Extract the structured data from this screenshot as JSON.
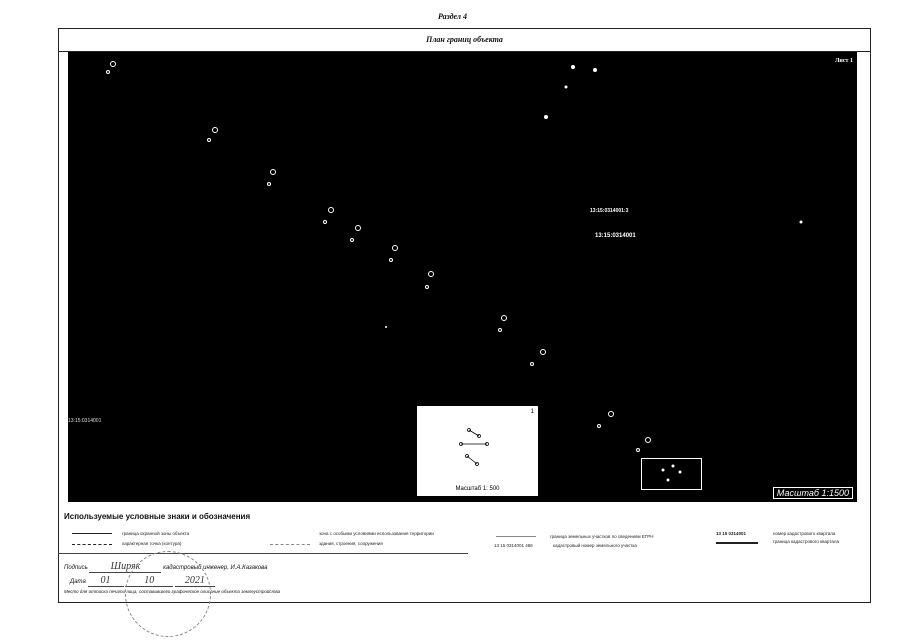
{
  "header": {
    "section": "Раздел 4",
    "plan_title": "План границ объекта"
  },
  "map": {
    "corner_label": "Лист 1",
    "left_label": "13:15:0314001",
    "parcel_label_1": "13:15:0314001:3",
    "parcel_label_2": "13:15:0314001",
    "inset_scale": "Масштаб 1: 500",
    "inset_north": "1",
    "main_scale": "Масштаб 1:1500"
  },
  "legend": {
    "title": "Используемые условные знаки и обозначения",
    "item_boundary": "граница охранной зоны объекта",
    "item_contour": "характерная точка (контура)",
    "item_zone": "зона с особыми условиями использования территории",
    "item_building": "здания, строения, сооружения",
    "item_parcel_border": "граница земельных участков по сведениям ЕГРН",
    "item_cad_number_code": "13 15 0314001 486",
    "item_cad_number": "кадастровый номер земельного участка",
    "item_quarter_code": "13 15 0314001",
    "item_quarter_number": "номер кадастрового квартала",
    "item_quarter_border": "граница кадастрового квартала"
  },
  "signature": {
    "sign_label": "Подпись",
    "sign_value": "Ширяк",
    "engineer": "кадастровый инженер, И.А.Казакова",
    "date_label": "Дата",
    "date_day": "01",
    "date_month": "10",
    "date_year": "2021",
    "stamp_note": "Место для оттиска печати лица, составившего графическое описание объекта землеустройства"
  }
}
